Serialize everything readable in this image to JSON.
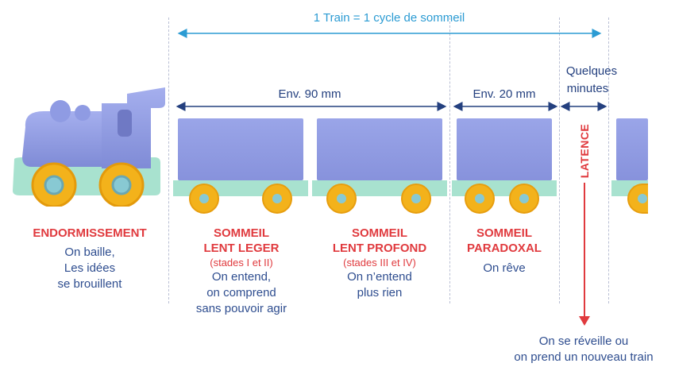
{
  "header": {
    "cycle_label": "1 Train = 1 cycle de sommeil"
  },
  "durations": {
    "light_deep": "Env. 90 mm",
    "paradoxal": "Env. 20 mm",
    "latence_line1": "Quelques",
    "latence_line2": "minutes"
  },
  "stages": {
    "endormissement": {
      "title": "ENDORMISSEMENT",
      "desc": [
        "On baille,",
        "Les idées",
        "se brouillent"
      ]
    },
    "lent_leger": {
      "title": [
        "SOMMEIL",
        "LENT LEGER"
      ],
      "sub": "(stades I et II)",
      "desc": [
        "On entend,",
        "on comprend",
        "sans pouvoir agir"
      ]
    },
    "lent_profond": {
      "title": [
        "SOMMEIL",
        "LENT PROFOND"
      ],
      "sub": "(stades III et IV)",
      "desc": [
        "On n’entend",
        "plus rien"
      ]
    },
    "paradoxal": {
      "title": [
        "SOMMEIL",
        "PARADOXAL"
      ],
      "desc": [
        "On rêve"
      ]
    },
    "latence": {
      "title": "LATENCE",
      "outcome": [
        "On se réveille ou",
        "on prend un nouveau train"
      ]
    }
  },
  "colors": {
    "accent_blue": "#2b9bd3",
    "dark_blue": "#24407f",
    "red": "#e03a3e",
    "wagon": "#8792dc",
    "base": "#a8e2cf",
    "wheel": "#f3b21b"
  }
}
